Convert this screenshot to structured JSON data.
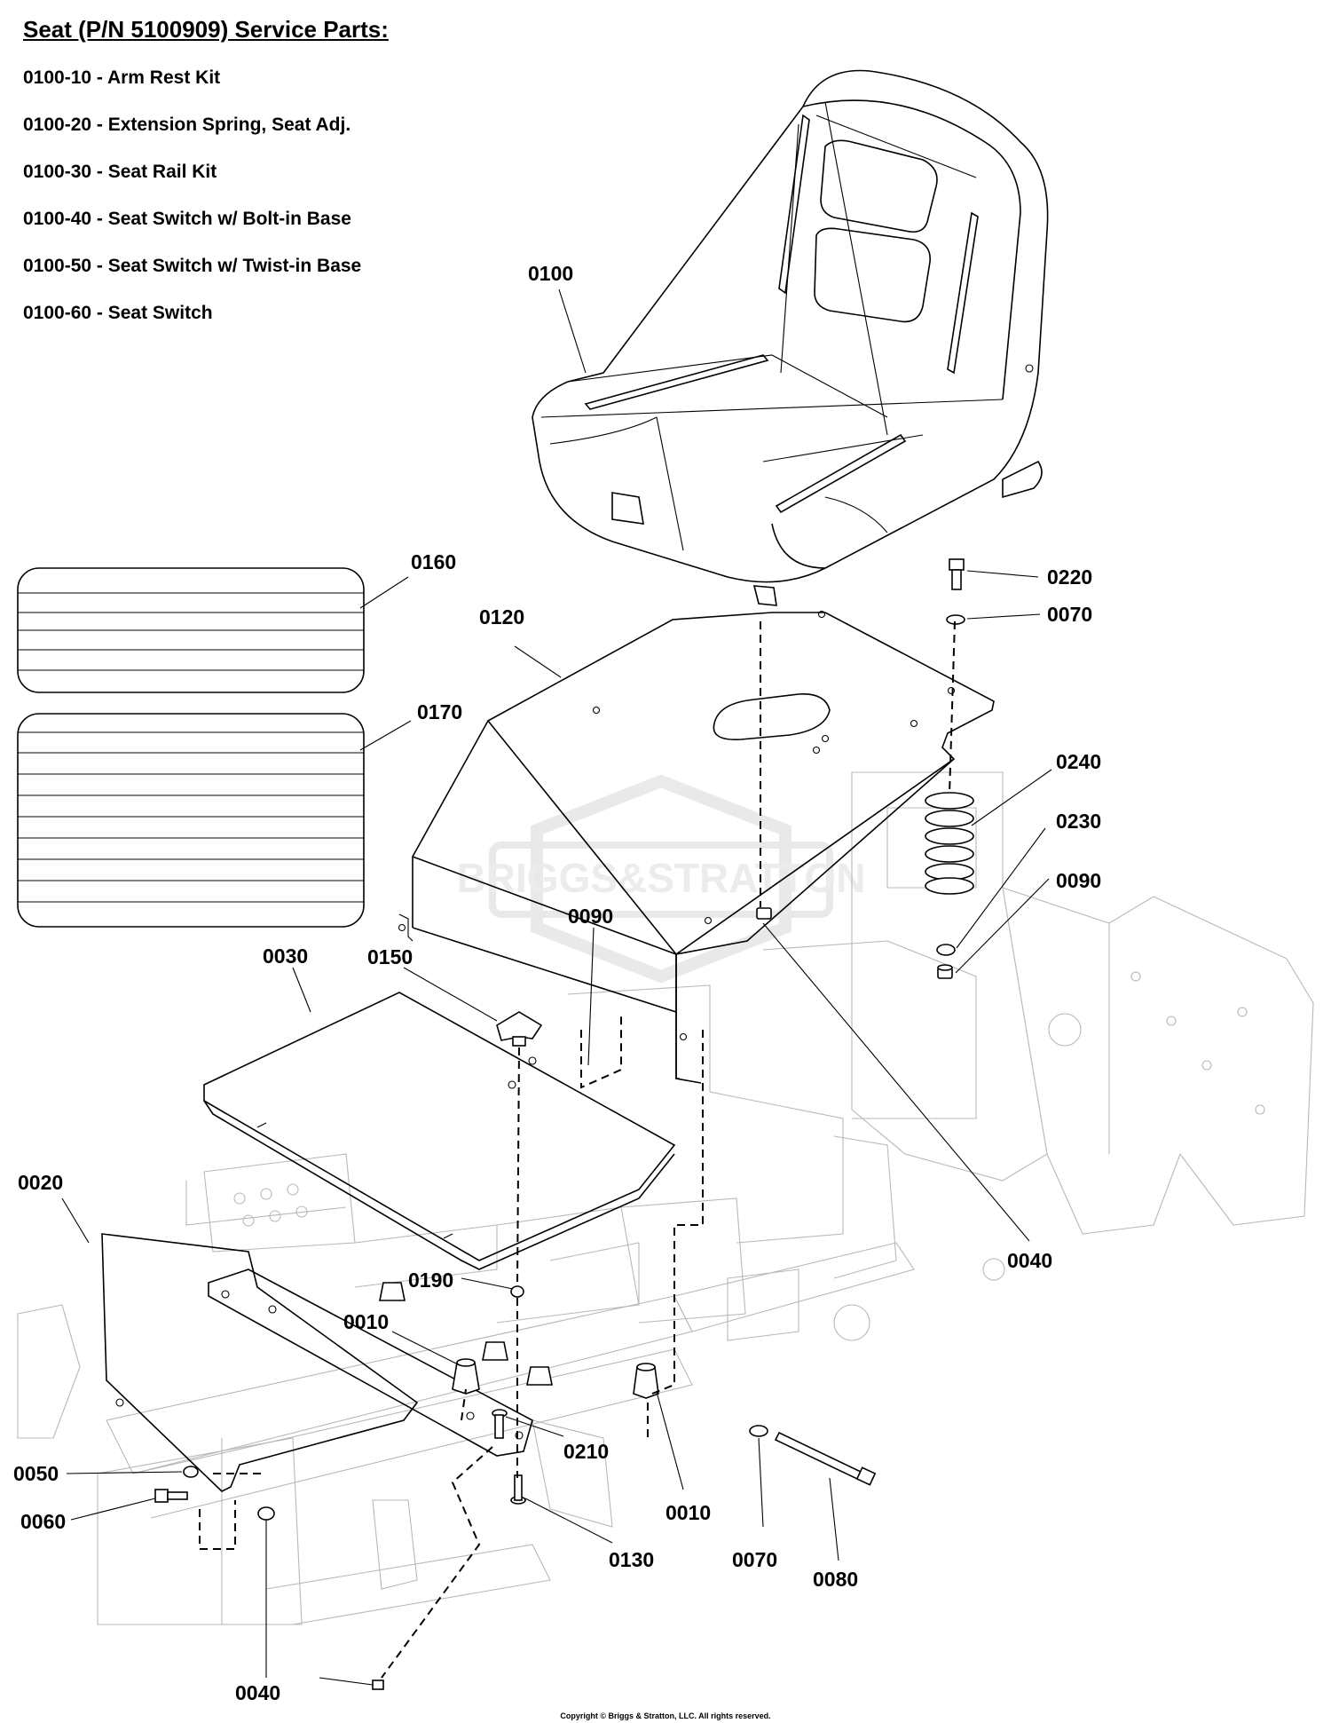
{
  "header": {
    "title": "Seat (P/N 5100909) Service Parts:",
    "service_parts": [
      "0100-10 - Arm Rest Kit",
      "0100-20 - Extension Spring, Seat Adj.",
      "0100-30 - Seat Rail Kit",
      "0100-40 - Seat Switch w/ Bolt-in Base",
      "0100-50 - Seat Switch w/ Twist-in Base",
      "0100-60 - Seat Switch"
    ]
  },
  "watermark": "BRIGGS&STRATTON",
  "callouts": {
    "c0100": "0100",
    "c0160": "0160",
    "c0120": "0120",
    "c0220": "0220",
    "c0070a": "0070",
    "c0170": "0170",
    "c0240": "0240",
    "c0230": "0230",
    "c0090a": "0090",
    "c0090b": "0090",
    "c0030": "0030",
    "c0150": "0150",
    "c0040a": "0040",
    "c0020": "0020",
    "c0190": "0190",
    "c0010a": "0010",
    "c0210": "0210",
    "c0050": "0050",
    "c0060": "0060",
    "c0010b": "0010",
    "c0130": "0130",
    "c0070b": "0070",
    "c0080": "0080",
    "c0040b": "0040"
  },
  "footer": {
    "copyright": "Copyright © Briggs & Stratton, LLC. All rights reserved."
  }
}
